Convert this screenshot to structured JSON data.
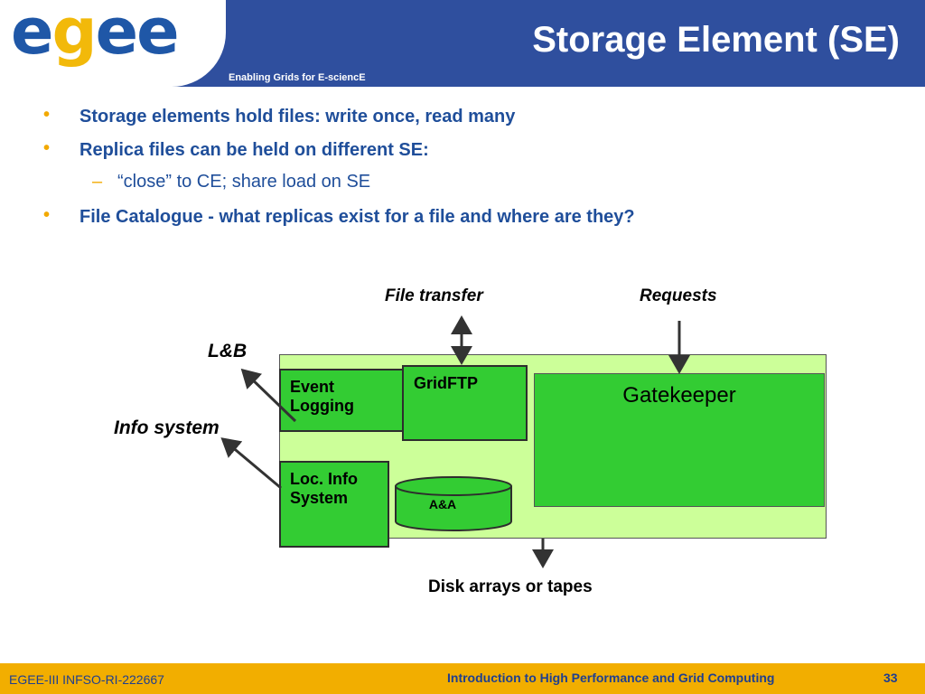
{
  "header": {
    "logo": "egee",
    "tagline": "Enabling Grids for E-sciencE",
    "title": "Storage Element (SE)",
    "colors": {
      "bar": "#2f4f9e",
      "logo_blue": "#1f57a7",
      "logo_accent": "#f2b90a"
    }
  },
  "bullets": [
    {
      "text": "Storage elements hold files: write once, read many"
    },
    {
      "text": "Replica files can be held on different SE:"
    },
    {
      "text": "“close” to CE; share load on SE",
      "level": 2
    },
    {
      "text": "File Catalogue  - what replicas exist for a file and where are they?"
    }
  ],
  "diagram": {
    "label_file_transfer": "File transfer",
    "label_requests": "Requests",
    "label_lb": "L&B",
    "label_info_system": "Info system",
    "box_event_logging_1": "Event",
    "box_event_logging_2": "Logging",
    "box_gridftp": "GridFTP",
    "box_gatekeeper": "Gatekeeper",
    "box_loc_info_1": "Loc. Info",
    "box_loc_info_2": "System",
    "cylinder_aa": "A&A",
    "label_disk": "Disk arrays or tapes",
    "colors": {
      "frame": "#ccff99",
      "box": "#33cc33"
    }
  },
  "footer": {
    "left": "EGEE-III INFSO-RI-222667",
    "center": "Introduction to High Performance and Grid Computing",
    "page": "33",
    "color": "#f2ae00"
  }
}
